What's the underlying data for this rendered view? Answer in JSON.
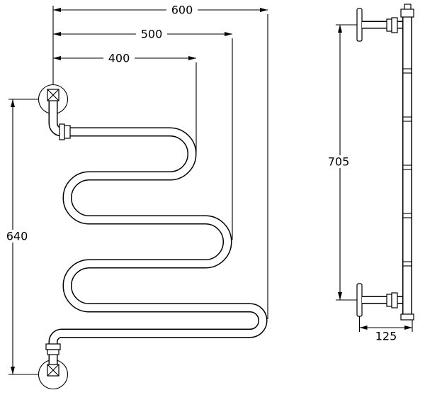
{
  "drawing": {
    "colors": {
      "line": "#000000",
      "background": "#ffffff"
    },
    "front_view": {
      "width_overall": {
        "value": "600"
      },
      "width_mid": {
        "value": "500"
      },
      "width_inner": {
        "value": "400"
      },
      "height_centers": {
        "value": "640"
      }
    },
    "side_view": {
      "height_overall": {
        "value": "705"
      },
      "depth": {
        "value": "125"
      }
    }
  }
}
